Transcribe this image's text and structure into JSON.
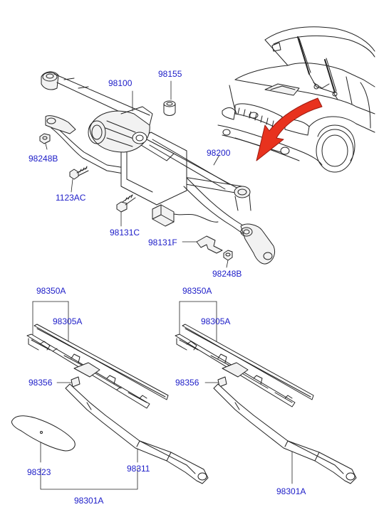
{
  "colors": {
    "label": "#1c1cc8",
    "line": "#222222",
    "arrow": "#e8321e",
    "arrow_edge": "#9a1a10",
    "part_fill": "#f2f2f2",
    "part_shade": "#d9d9d9"
  },
  "upper_assembly": {
    "labels": {
      "linkage": "98100",
      "grommet": "98155",
      "nut_left": "98248B",
      "bolt": "1123AC",
      "motor": "98200",
      "bolt_motor": "98131C",
      "bracket": "98131F",
      "nut_right": "98248B"
    }
  },
  "left_wiper": {
    "labels": {
      "blade_assembly": "98350A",
      "refill": "98305A",
      "clip": "98356",
      "cap": "98323",
      "arm": "98311",
      "arm_assembly": "98301A"
    }
  },
  "right_wiper": {
    "labels": {
      "blade_assembly": "98350A",
      "refill": "98305A",
      "clip": "98356",
      "arm_assembly": "98301A"
    }
  }
}
